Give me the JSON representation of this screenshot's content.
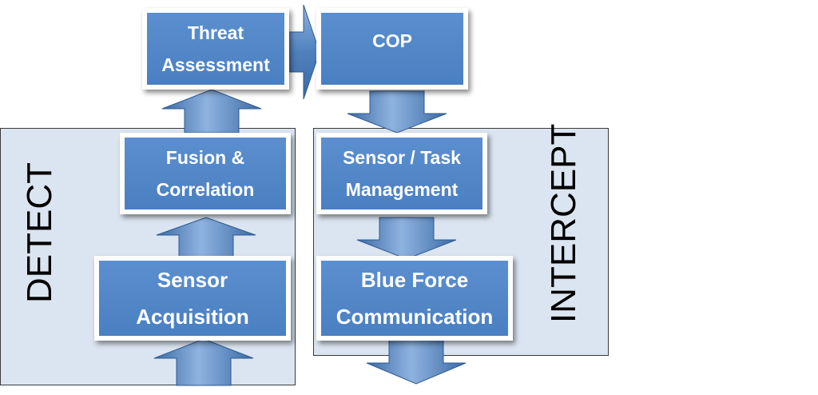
{
  "panels": {
    "detect_label": "DETECT",
    "intercept_label": "INTERCEPT"
  },
  "boxes": {
    "threat": [
      "Threat",
      "Assessment"
    ],
    "cop": [
      "COP"
    ],
    "fusion": [
      "Fusion &",
      "Correlation"
    ],
    "sensor_acq": [
      "Sensor",
      "Acquisition"
    ],
    "sensor_task": [
      "Sensor / Task",
      "Management"
    ],
    "blue_force": [
      "Blue Force",
      "Communication"
    ]
  },
  "colors": {
    "box_fill": "#4f81bd",
    "panel_fill": "#dbe5f1",
    "arrow_fill": "#4f81bd"
  }
}
